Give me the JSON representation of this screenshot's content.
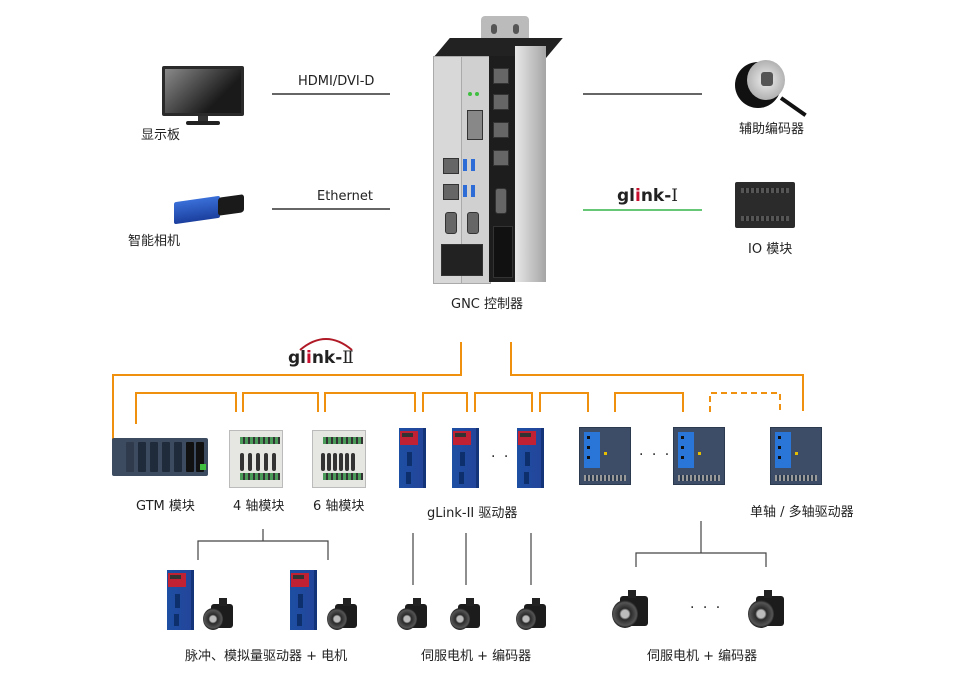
{
  "colors": {
    "bus_glink2": "#f0900f",
    "bus_glink1": "#33b54a",
    "wire": "#333333",
    "logo_accent": "#c8102e"
  },
  "top": {
    "controller": {
      "label": "GNC 控制器",
      "icon": "industrial-controller-icon"
    },
    "left": [
      {
        "label": "显示板",
        "icon": "monitor-icon",
        "link_label": "HDMI/DVI-D"
      },
      {
        "label": "智能相机",
        "icon": "smart-camera-icon",
        "link_label": "Ethernet"
      }
    ],
    "right": [
      {
        "label": "辅助编码器",
        "icon": "rotary-encoder-icon",
        "link_label": ""
      },
      {
        "label": "IO 模块",
        "icon": "io-module-icon",
        "link_logo": {
          "prefix": "gl",
          "accent": "i",
          "suffix": "nk-",
          "roman": "Ⅰ"
        }
      }
    ]
  },
  "bus": {
    "logo": {
      "prefix": "gl",
      "accent": "i",
      "suffix": "nk-",
      "roman": "Ⅱ"
    }
  },
  "devices": {
    "gtm": {
      "label": "GTM 模块",
      "icon": "gtm-module-icon"
    },
    "axis4": {
      "label": "4 轴模块",
      "icon": "axis-module-icon"
    },
    "axis6": {
      "label": "6 轴模块",
      "icon": "axis-module-icon"
    },
    "glink2_drives": {
      "label": "gLink-II 驱动器",
      "icon": "servo-drive-icon",
      "ellipsis": "· · ·"
    },
    "multi_drives": {
      "label": "单轴 / 多轴驱动器",
      "icon": "multi-axis-drive-icon",
      "ellipsis": "· · ·"
    }
  },
  "bottom": {
    "pulse": {
      "label": "脉冲、模拟量驱动器 + 电机"
    },
    "servo1": {
      "label": "伺服电机 + 编码器"
    },
    "servo2": {
      "label": "伺服电机 + 编码器",
      "ellipsis": "· · ·"
    }
  }
}
